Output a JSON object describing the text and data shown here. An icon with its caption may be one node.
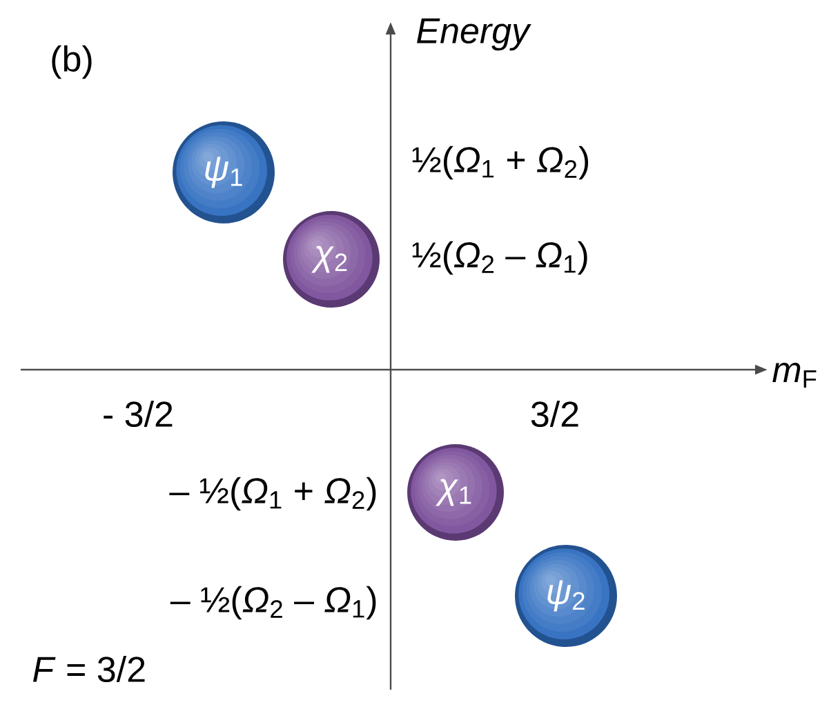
{
  "diagram": {
    "nodes": [
      {
        "text": [
          "*ψ*$_{1}$"
        ]
      },
      {
        "text": [
          "*χ*$_{2}$"
        ]
      },
      {
        "text": [
          "*χ*$_{1}$"
        ]
      },
      {
        "text": [
          "*ψ*$_{2}$"
        ]
      }
    ],
    "labels": [
      "(b)",
      "Energy",
      "*m*$_{F}$",
      "½(*Ω*$_{1}$ + *Ω*$_{2}$)",
      "½(*Ω*$_{2}$ – *Ω*$_{1}$)",
      "- 3/2",
      "3/2",
      "– ½(*Ω*$_{1}$ + *Ω*$_{2}$)",
      "– ½(*Ω*$_{2}$ – *Ω*$_{1}$)",
      "*F* = 3/2"
    ]
  }
}
